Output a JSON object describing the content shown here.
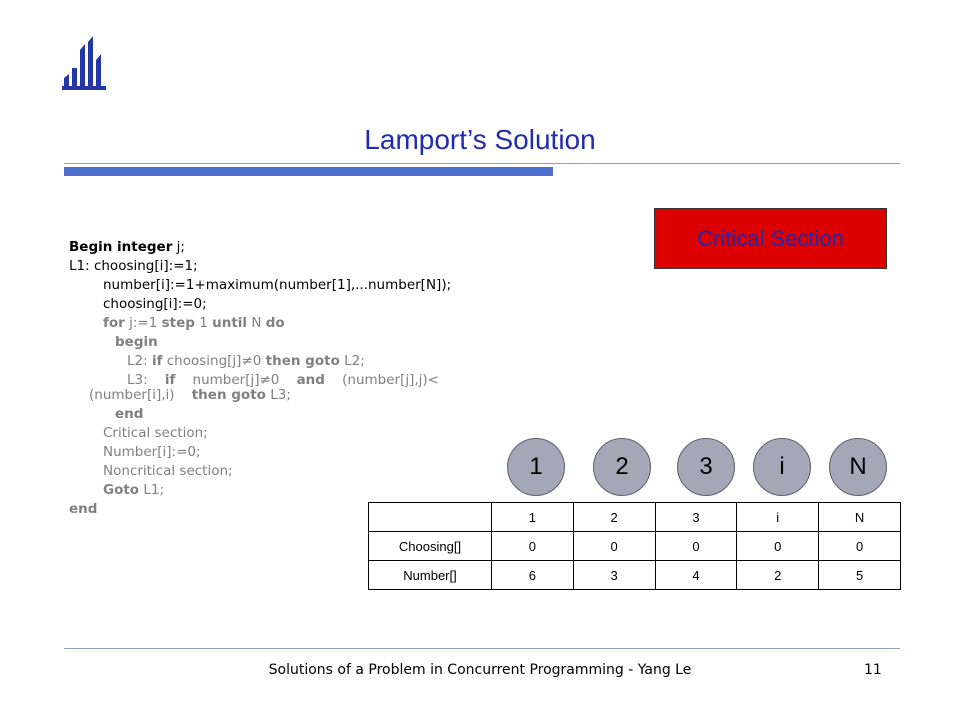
{
  "slide": {
    "title": "Lamport’s Solution",
    "critical_box_label": "Critical Section",
    "footer": "Solutions of a Problem in Concurrent Programming - Yang Le",
    "page_number": "11"
  },
  "code": {
    "l1_kw": "Begin integer",
    "l1_rest": " j;",
    "l2": "L1: choosing[i]:=1;",
    "l3": "number[i]:=1+maximum(number[1],...number[N]);",
    "l4": "choosing[i]:=0;",
    "l5_for": "for",
    "l5_a": " j:=1 ",
    "l5_step": "step",
    "l5_b": " 1 ",
    "l5_until": "until",
    "l5_c": " N ",
    "l5_do": "do",
    "l6": "begin",
    "l7_a": "L2: ",
    "l7_if": "if",
    "l7_b": " choosing[j]≠0 ",
    "l7_then": "then goto",
    "l7_c": " L2;",
    "l8_a": "L3:    ",
    "l8_if": "if",
    "l8_b": "    number[j]≠0    ",
    "l8_and": "and",
    "l8_c": "    (number[j],j)<",
    "l9_a": "(number[i],i)    ",
    "l9_then": "then goto",
    "l9_b": " L3;",
    "l10": "end",
    "l11": "Critical section;",
    "l12": "Number[i]:=0;",
    "l13": "Noncritical section;",
    "l14_goto": "Goto",
    "l14_rest": " L1;",
    "l15": "end"
  },
  "process_circles": [
    "1",
    "2",
    "3",
    "i",
    "N"
  ],
  "table": {
    "header": [
      "",
      "1",
      "2",
      "3",
      "i",
      "N"
    ],
    "rows": [
      [
        "Choosing[]",
        "0",
        "0",
        "0",
        "0",
        "0"
      ],
      [
        "Number[]",
        "6",
        "3",
        "4",
        "2",
        "5"
      ]
    ]
  },
  "colors": {
    "title": "#1f2bb0",
    "critical_box": "#dd0000",
    "accent_bar": "#4f6fd0",
    "circle_fill": "#a4a7b6"
  }
}
